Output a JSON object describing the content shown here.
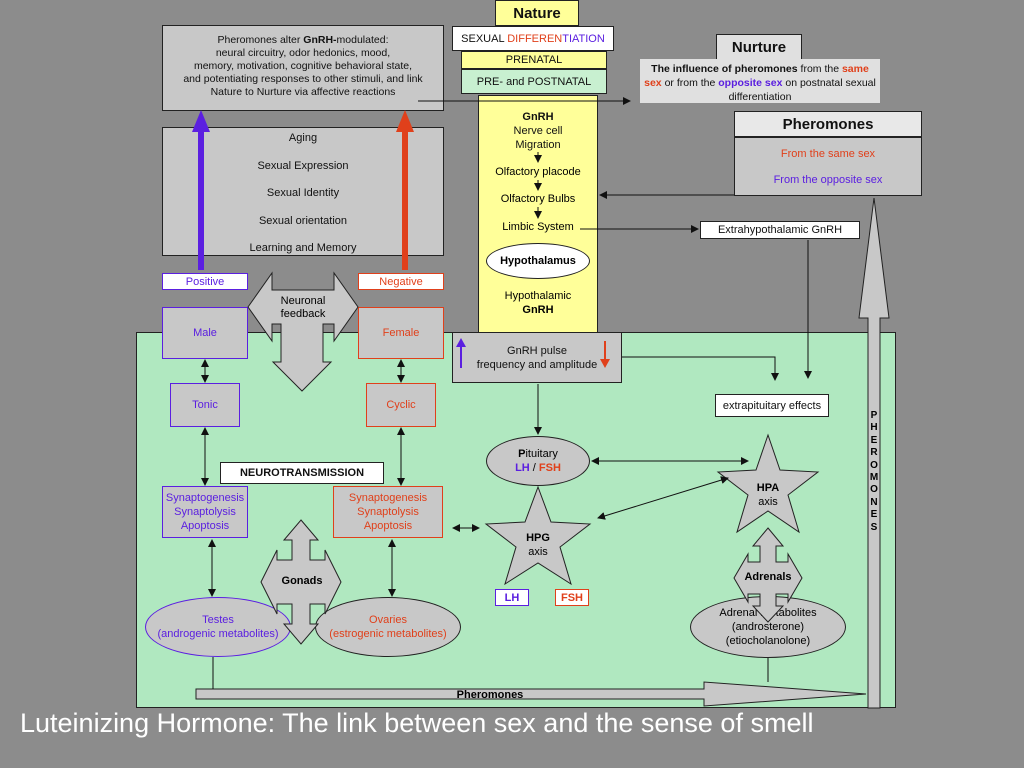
{
  "nature": {
    "title": "Nature",
    "sexual_diff_prefix": "SEXUAL ",
    "sexual_diff_part1": "DIFFEREN",
    "sexual_diff_part2": "TIATION",
    "prenatal": "PRENATAL",
    "pre_post": "PRE- and POSTNATAL",
    "column": {
      "gnrh": "GnRH",
      "nerve_cell": "Nerve cell",
      "migration": "Migration",
      "olfactory_placode": "Olfactory placode",
      "olfactory_bulbs": "Olfactory Bulbs",
      "limbic_system": "Limbic System",
      "hypothalamus": "Hypothalamus",
      "hypothalamic": "Hypothalamic",
      "hypothalamic_gnrh": "GnRH"
    }
  },
  "nurture": {
    "title": "Nurture",
    "text_a": "The influence of pheromones",
    "text_b": " from the ",
    "text_same": "same sex",
    "text_c": " or from the ",
    "text_opposite": "opposite sex",
    "text_d": " on postnatal sexual differentiation"
  },
  "pheromones_box": {
    "title": "Pheromones",
    "same": "From the same sex",
    "opposite": "From the opposite sex"
  },
  "top_left": {
    "line1_a": "Pheromones alter ",
    "line1_b": "GnRH-",
    "line1_c": "modulated:",
    "line2": "neural circuitry, odor hedonics, mood,",
    "line3": "memory, motivation, cognitive behavioral state,",
    "line4": "and potentiating responses to other stimuli, and link",
    "line5": "Nature to Nurture via affective reactions"
  },
  "aspects": [
    "Aging",
    "Sexual Expression",
    "Sexual Identity",
    "Sexual orientation",
    "Learning and Memory"
  ],
  "feedback": {
    "positive": "Positive",
    "negative": "Negative",
    "neuronal": "Neuronal",
    "feedback": "feedback"
  },
  "male_col": {
    "male": "Male",
    "tonic": "Tonic",
    "syn1": "Synaptogenesis",
    "syn2": "Synaptolysis",
    "syn3": "Apoptosis",
    "testes": "Testes",
    "testes_sub": "(androgenic metabolites)"
  },
  "female_col": {
    "female": "Female",
    "cyclic": "Cyclic",
    "syn1": "Synaptogenesis",
    "syn2": "Synaptolysis",
    "syn3": "Apoptosis",
    "ovaries": "Ovaries",
    "ovaries_sub": "(estrogenic metabolites)"
  },
  "neurotransmission": "NEUROTRANSMISSION",
  "gonads": "Gonads",
  "gnrh_pulse": {
    "line1": "GnRH pulse",
    "line2": "frequency and amplitude"
  },
  "extrahypothalamic": "Extrahypothalamic GnRH",
  "extrapituitary": "extrapituitary effects",
  "pituitary": {
    "p_letter": "P",
    "rest": "ituitary",
    "lh": "LH",
    "slash": " / ",
    "fsh": "FSH"
  },
  "hpg": {
    "name": "HPG",
    "axis": "axis",
    "lh": "LH",
    "fsh": "FSH"
  },
  "hpa": {
    "name": "HPA",
    "axis": "axis"
  },
  "adrenals": "Adrenals",
  "adrenal_metabolites": {
    "line1": "Adrenal metabolites",
    "line2": "(androsterone)",
    "line3": "(etiocholanolone)"
  },
  "pheromones_vertical": "PHEROMONES",
  "pheromones_bottom": "Pheromones",
  "slide_title": "Luteinizing Hormone: The link between sex and the sense of smell",
  "colors": {
    "background": "#8c8c8c",
    "green_panel": "#b0e8c0",
    "yellow_column": "#ffff99",
    "pale_green": "#c8f0d0",
    "male_purple": "#5b1fe0",
    "female_red": "#e0401b"
  }
}
